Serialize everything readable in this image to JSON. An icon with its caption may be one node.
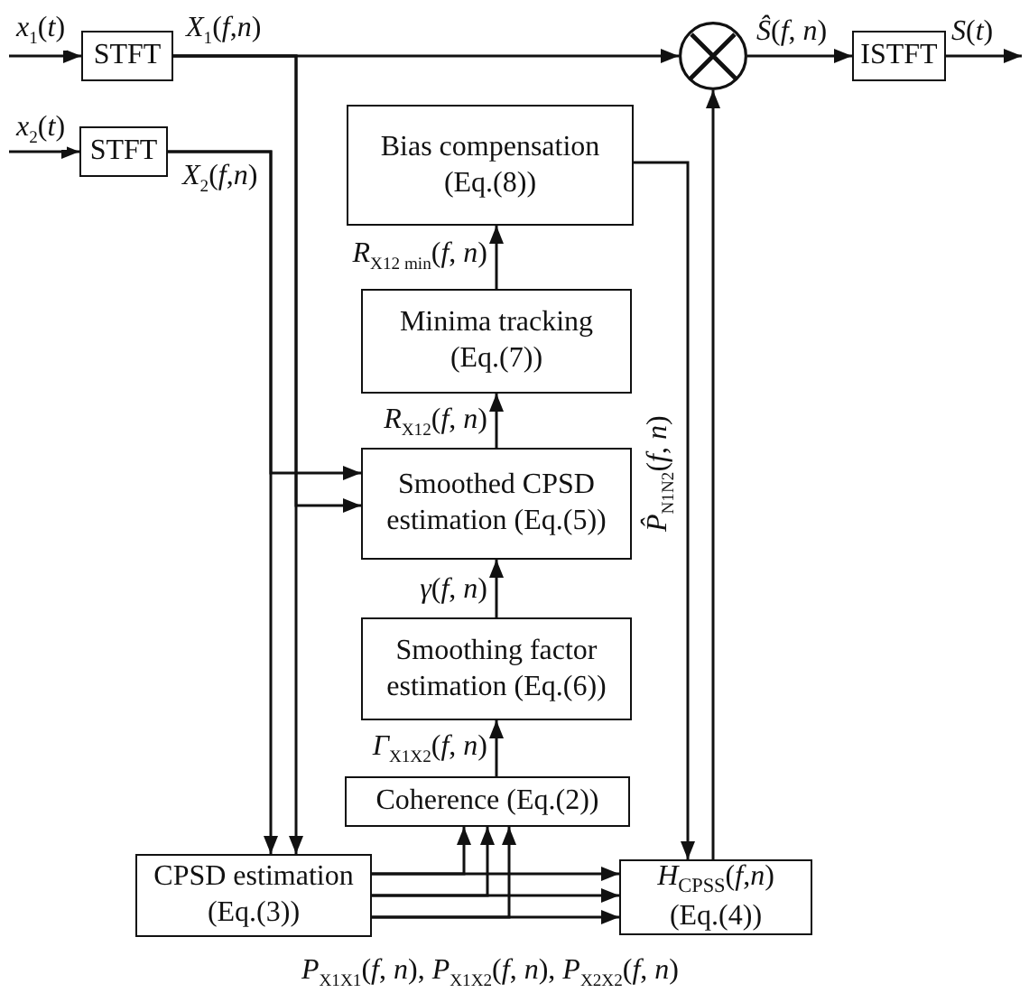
{
  "diagram": {
    "nodes": [
      {
        "text": [
          "STFT"
        ]
      },
      {
        "text": [
          "STFT"
        ]
      },
      {
        "text": [],
        "shape": "circle"
      },
      {
        "text": [
          "ISTFT"
        ]
      },
      {
        "text": [
          "Bias compensation",
          "(Eq.(8))"
        ]
      },
      {
        "text": [
          "Minima tracking",
          "(Eq.(7))"
        ]
      },
      {
        "text": [
          "Smoothed CPSD estimation (Eq.(5))"
        ]
      },
      {
        "text": [
          "Smoothing factor estimation (Eq.(6))"
        ]
      },
      {
        "text": [
          "Coherence (Eq.(2))"
        ]
      },
      {
        "text": [
          "CPSD estimation",
          "(Eq.(3))"
        ],
        "beside": [
          "*P*$_{X1X1}$(*f*, *n*), *P*$_{X1X2}$(*f*, *n*), *P*$_{X2X2}$(*f*, *n*)"
        ]
      },
      {
        "text": [
          "*H*$_{CPSS}$(*f*,*n*)",
          "(Eq.(4))"
        ]
      }
    ],
    "edges": [
      {
        "from": null,
        "to": 0,
        "arrow": "to",
        "label": "*x*$_{1}$(*t*)"
      },
      {
        "from": null,
        "to": 1,
        "arrow": "to",
        "label": "*x*$_{2}$(*t*)"
      },
      {
        "from": 0,
        "to": 2,
        "arrow": "to",
        "label": "*X*$_{1}$(*f*,*n*)"
      },
      {
        "from": 0,
        "to": 6,
        "arrow": "to"
      },
      {
        "from": 0,
        "to": 9,
        "arrow": "to"
      },
      {
        "from": 1,
        "to": 6,
        "arrow": "to"
      },
      {
        "from": 1,
        "to": 9,
        "arrow": "to",
        "label": "*X*$_{2}$(*f*,*n*)"
      },
      {
        "from": 2,
        "to": 3,
        "arrow": "to",
        "label": "*Ŝ*(*f*, *n*)"
      },
      {
        "from": 3,
        "to": null,
        "arrow": "to",
        "label": "*S*(*t*)"
      },
      {
        "from": 4,
        "to": 10,
        "arrow": "to",
        "label": "*P̂*$_{N1N2}$(*f*, *n*)"
      },
      {
        "from": 10,
        "to": 2,
        "arrow": "to"
      },
      {
        "from": 5,
        "to": 4,
        "arrow": "to",
        "label": "*R*$_{X12 min}$(*f*, *n*)"
      },
      {
        "from": 6,
        "to": 5,
        "arrow": "to",
        "label": "*R*$_{X12}$(*f*, *n*)"
      },
      {
        "from": 7,
        "to": 6,
        "arrow": "to",
        "label": "*γ*(*f*, *n*)"
      },
      {
        "from": 8,
        "to": 7,
        "arrow": "to",
        "label": "*Γ*$_{X1X2}$(*f*, *n*)"
      },
      {
        "from": 9,
        "to": 8,
        "arrow": "to"
      },
      {
        "from": 9,
        "to": 8,
        "arrow": "to"
      },
      {
        "from": 9,
        "to": 8,
        "arrow": "to"
      },
      {
        "from": 9,
        "to": 10,
        "arrow": "to"
      },
      {
        "from": 9,
        "to": 10,
        "arrow": "to"
      },
      {
        "from": 9,
        "to": 10,
        "arrow": "to"
      }
    ]
  }
}
